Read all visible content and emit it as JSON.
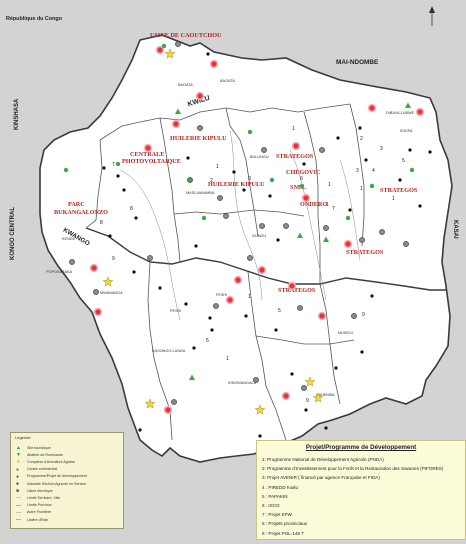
{
  "regions": {
    "republique_du_congo": "République du Congo",
    "mai_ndombe": "MAI-NDOMBE",
    "kinshasa": "KINSHASA",
    "kongo_central": "KONGO CENTRAL",
    "kasai": "KASAI",
    "kwilu": "KWILU",
    "kwango": "KWANGO"
  },
  "red_labels": {
    "usine_caoutchou": "USINE DE CAOUTCHOU",
    "centrale_pv": [
      "CENTRALE",
      "PHOTOVOLTAIQUE"
    ],
    "huilerie_kipulu_1": "HUILERIE KIPULU",
    "huilerie_kipulu_2": "HUILERIE KIPULU",
    "strategos_1": "STRATEGOS",
    "strategos_2": "STRATEGOS",
    "strategos_3": "STRATEGOS",
    "strategos_4": "STRATEGOS",
    "chegovic": "CHEGOVIC",
    "snel": "SNEL",
    "ondero": "ONDERO",
    "parc_bukangalonzo": [
      "PARC",
      "BUKANGALONZO"
    ]
  },
  "places": {
    "bagata": "BAGATA",
    "idiofa": "IDIOFA",
    "bulungu": "BULUNGU",
    "kenge": "KENGE",
    "popokabaka": "POPOKABAKA",
    "masimanimba": "MASI-MANIMBA",
    "gungu": "GUNGU",
    "feshi": "FESHI",
    "kahemba": "KAHEMBA",
    "kasongo_lunda": "KASONGO-LUNDA",
    "mukedi": "MUKEDI",
    "dibaya_lubwe": "DIBAYA-LUBWE",
    "kimvula": "MWANANGA",
    "kingwangala": "KINGWANGALA",
    "pesi": "PESHI",
    "bangu": "BAGATA"
  },
  "project_numbers": [
    "1",
    "2",
    "3",
    "4",
    "5",
    "6",
    "7",
    "8",
    "9"
  ],
  "legend": {
    "title": "Légende",
    "items": [
      "Site touristique",
      "Abattoir de Ruminants",
      "Complexe d'Aviculture Agraire",
      "Centre commercial",
      "Programme/Projet de développement",
      "Industrie Séchoir-Agricole en Service",
      "Usine électrique",
      "Limite Territoire, Ville",
      "Limite Province",
      "Autre Frontière",
      "Lisière d'Etat"
    ]
  },
  "projects": {
    "title": "Projet/Programme de Développement",
    "items": [
      "1: Programme National de Développement Agricole (PNDA)",
      "2: Programme d'Investissement pour la Forêt et la Restauration des Savanes (PIFORES)",
      "3: Projet AVENIR ( financé par agence Française et FIDA)",
      "4 : PIREDD Kwilu",
      "5 : PAPAKIN",
      "6 : ISCO",
      "7 : Projet KFW",
      "8 : Projets provinciaux",
      "9 : Projet POL-145 T"
    ]
  },
  "colors": {
    "province_fill": "#ffffff",
    "outside_fill": "#d3d3d3",
    "border": "#4a4a4a",
    "commercial_red": "#e8343f",
    "tourist_green": "#3aa84a",
    "star_yellow": "#f2d43a"
  }
}
